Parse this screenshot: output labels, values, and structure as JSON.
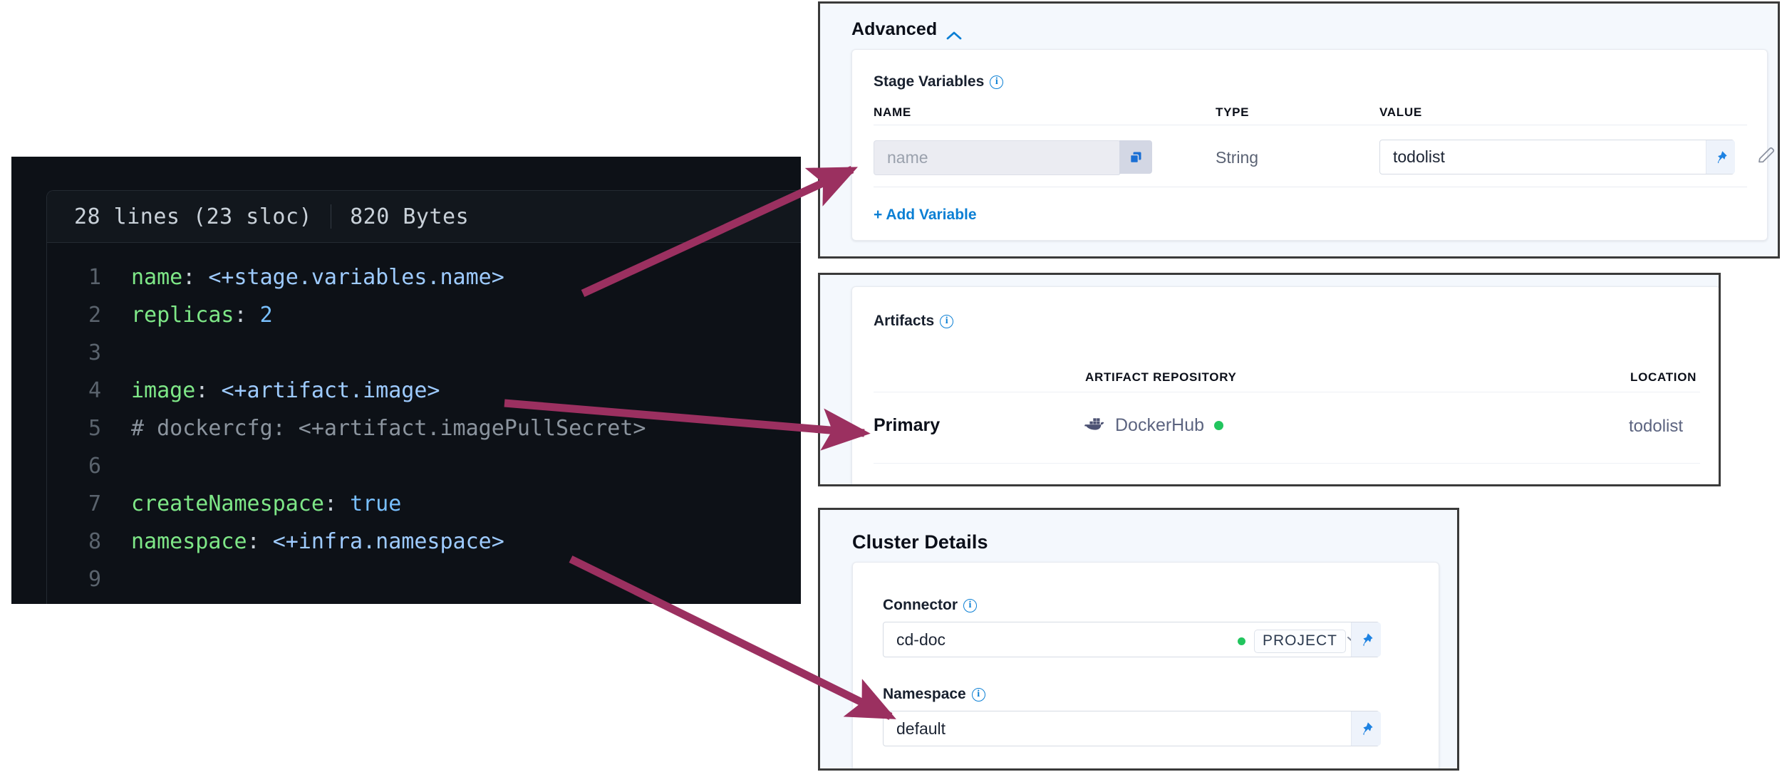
{
  "code_panel": {
    "meta": {
      "lines": "28 lines (23 sloc)",
      "size": "820 Bytes"
    },
    "lines": [
      {
        "n": "1",
        "tokens": [
          {
            "t": "name",
            "c": "k"
          },
          {
            "t": ":",
            "c": "p"
          },
          {
            "t": " ",
            "c": "p"
          },
          {
            "t": "<+stage.variables.name>",
            "c": "v"
          }
        ]
      },
      {
        "n": "2",
        "tokens": [
          {
            "t": "replicas",
            "c": "k"
          },
          {
            "t": ":",
            "c": "p"
          },
          {
            "t": " ",
            "c": "p"
          },
          {
            "t": "2",
            "c": "n"
          }
        ]
      },
      {
        "n": "3",
        "tokens": []
      },
      {
        "n": "4",
        "tokens": [
          {
            "t": "image",
            "c": "k"
          },
          {
            "t": ":",
            "c": "p"
          },
          {
            "t": " ",
            "c": "p"
          },
          {
            "t": "<+artifact.image>",
            "c": "v"
          }
        ]
      },
      {
        "n": "5",
        "tokens": [
          {
            "t": "# dockercfg: <+artifact.imagePullSecret>",
            "c": "c"
          }
        ]
      },
      {
        "n": "6",
        "tokens": []
      },
      {
        "n": "7",
        "tokens": [
          {
            "t": "createNamespace",
            "c": "k"
          },
          {
            "t": ":",
            "c": "p"
          },
          {
            "t": " ",
            "c": "p"
          },
          {
            "t": "true",
            "c": "n"
          }
        ]
      },
      {
        "n": "8",
        "tokens": [
          {
            "t": "namespace",
            "c": "k"
          },
          {
            "t": ":",
            "c": "p"
          },
          {
            "t": " ",
            "c": "p"
          },
          {
            "t": "<+infra.namespace>",
            "c": "v"
          }
        ]
      },
      {
        "n": "9",
        "tokens": []
      }
    ]
  },
  "advanced": {
    "title": "Advanced",
    "stage_variables_label": "Stage Variables",
    "columns": {
      "name": "NAME",
      "type": "TYPE",
      "value": "VALUE"
    },
    "row": {
      "name_placeholder": "name",
      "type": "String",
      "value": "todolist"
    },
    "add_variable_label": "+ Add Variable"
  },
  "artifacts": {
    "title": "Artifacts",
    "columns": {
      "repository": "ARTIFACT REPOSITORY",
      "location": "LOCATION"
    },
    "row": {
      "kind": "Primary",
      "repository": "DockerHub",
      "location": "todolist"
    }
  },
  "cluster_details": {
    "title": "Cluster Details",
    "connector_label": "Connector",
    "connector_value": "cd-doc",
    "connector_scope": "PROJECT",
    "namespace_label": "Namespace",
    "namespace_value": "default"
  },
  "colors": {
    "arrow": "#9b3060",
    "accent_link": "#0b7fd4",
    "pin_blue": "#1d82e2",
    "status_green": "#22c55e",
    "code_bg": "#0d1117",
    "code_key": "#7ee787",
    "code_value": "#9ecbff",
    "code_number": "#79c0ff",
    "code_comment": "#8b949e"
  }
}
